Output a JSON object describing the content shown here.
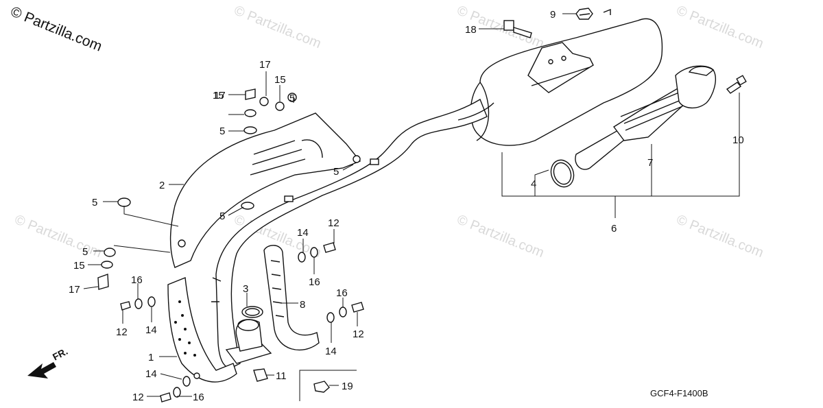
{
  "watermark": {
    "main": "© Partzilla.com",
    "faint": "© Partzilla.com"
  },
  "diagram_code": "GCF4-F1400B",
  "front_marker": "FR.",
  "callouts": {
    "p1": "1",
    "p2": "2",
    "p3": "3",
    "p4": "4",
    "p5a": "5",
    "p5b": "5",
    "p5c": "5",
    "p5d": "5",
    "p5e": "5",
    "p5f": "5",
    "p6": "6",
    "p7": "7",
    "p8": "8",
    "p9": "9",
    "p10": "10",
    "p11": "11",
    "p12a": "12",
    "p12b": "12",
    "p12c": "12",
    "p12d": "12",
    "p14a": "14",
    "p14b": "14",
    "p14c": "14",
    "p14d": "14",
    "p15a": "15",
    "p15b": "15",
    "p15c": "15",
    "p16a": "16",
    "p16b": "16",
    "p16c": "16",
    "p16d": "16",
    "p17a": "17",
    "p17b": "17",
    "p17c": "17",
    "p18": "18",
    "p19": "19"
  }
}
